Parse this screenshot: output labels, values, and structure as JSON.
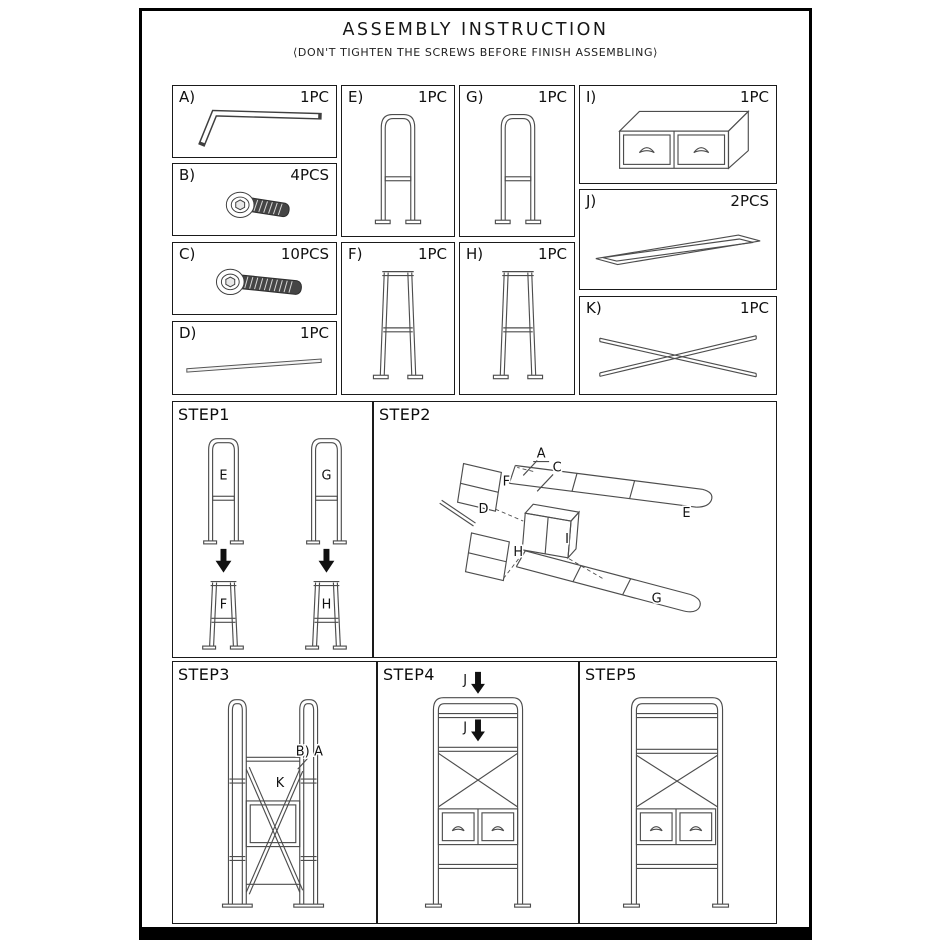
{
  "document": {
    "title": "ASSEMBLY INSTRUCTION",
    "subtitle": "⟨DON'T TIGHTEN THE SCREWS BEFORE FINISH ASSEMBLING⟩"
  },
  "parts": [
    {
      "label": "A)",
      "qty": "1PC",
      "drawing": "allen-key"
    },
    {
      "label": "B)",
      "qty": "4PCS",
      "drawing": "hex-screw-short"
    },
    {
      "label": "C)",
      "qty": "10PCS",
      "drawing": "hex-screw-long"
    },
    {
      "label": "D)",
      "qty": "1PC",
      "drawing": "support-rod"
    },
    {
      "label": "E)",
      "qty": "1PC",
      "drawing": "arched-side-frame"
    },
    {
      "label": "F)",
      "qty": "1PC",
      "drawing": "lower-side-frame"
    },
    {
      "label": "G)",
      "qty": "1PC",
      "drawing": "arched-side-frame"
    },
    {
      "label": "H)",
      "qty": "1PC",
      "drawing": "lower-side-frame"
    },
    {
      "label": "I)",
      "qty": "1PC",
      "drawing": "drawer-box"
    },
    {
      "label": "J)",
      "qty": "2PCS",
      "drawing": "shelf-frame"
    },
    {
      "label": "K)",
      "qty": "1PC",
      "drawing": "cross-brace"
    }
  ],
  "steps": {
    "step1": {
      "title": "STEP1",
      "labels": {
        "e": "E",
        "g": "G",
        "f": "F",
        "h": "H"
      }
    },
    "step2": {
      "title": "STEP2",
      "labels": {
        "a": "A",
        "c": "C",
        "f": "F",
        "d": "D",
        "h": "H",
        "i": "I",
        "e": "E",
        "g": "G"
      }
    },
    "step3": {
      "title": "STEP3",
      "labels": {
        "b": "B)",
        "a": "A",
        "k": "K"
      }
    },
    "step4": {
      "title": "STEP4",
      "labels": {
        "j_top": "J",
        "j_mid": "J"
      }
    },
    "step5": {
      "title": "STEP5"
    }
  },
  "colors": {
    "line_art": "#4d4d4d",
    "ink": "#111111",
    "border": "#000000",
    "paper": "#ffffff"
  }
}
